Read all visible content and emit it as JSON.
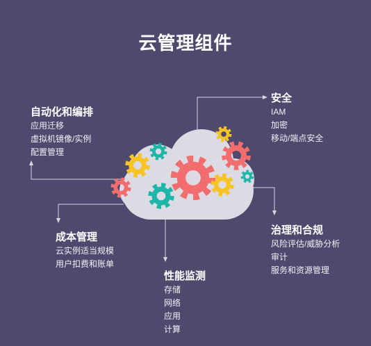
{
  "title": "云管理组件",
  "colors": {
    "background": "#4e4a6e",
    "cloud": "#dcdbe3",
    "gear_red": "#f26d6d",
    "gear_yellow": "#f7c325",
    "gear_teal": "#1db6a8",
    "connector": "#d8d7e0"
  },
  "blocks": {
    "automation": {
      "heading": "自动化和编排",
      "items": [
        "应用迁移",
        "虚拟机镜像/实例",
        "配置管理"
      ]
    },
    "security": {
      "heading": "安全",
      "items": [
        "IAM",
        "加密",
        "移动/端点安全"
      ]
    },
    "cost": {
      "heading": "成本管理",
      "items": [
        "云实例适当规模",
        "用户扣费和账单"
      ]
    },
    "governance": {
      "heading": "治理和合规",
      "items": [
        "风险评估/威胁分析",
        "审计",
        "服务和资源管理"
      ]
    },
    "monitoring": {
      "heading": "性能监测",
      "items": [
        "存储",
        "网络",
        "应用",
        "计算"
      ]
    }
  }
}
